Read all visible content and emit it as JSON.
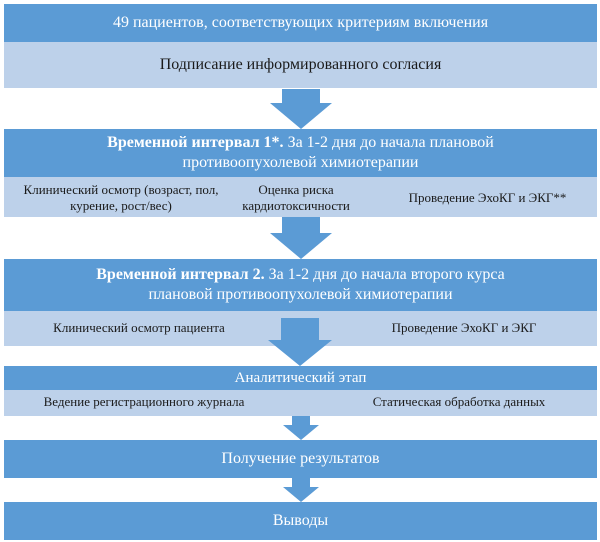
{
  "colors": {
    "dark": "#5b9bd5",
    "light": "#bdd1ea",
    "arrow": "#5b9bd5"
  },
  "step1": {
    "text": "49 пациентов, соответствующих критериям включения"
  },
  "step2": {
    "text": "Подписание информированного согласия"
  },
  "interval1": {
    "bold": "Временной интервал 1*.",
    "text": " За 1-2 дня до начала плановой противоопухолевой химиотерапии",
    "items": [
      "Клинический осмотр (возраст, пол, курение, рост/вес)",
      "Оценка риска кардиотоксичности",
      "Проведение ЭхоКГ и ЭКГ**"
    ]
  },
  "interval2": {
    "bold": "Временной интервал 2.",
    "text": " За 1-2 дня до начала второго курса плановой противоопухолевой химиотерапии",
    "items": [
      "Клинический осмотр пациента",
      "Проведение ЭхоКГ и ЭКГ"
    ]
  },
  "analytic": {
    "title": "Аналитический этап",
    "items": [
      "Ведение регистрационного журнала",
      "Статическая обработка данных"
    ]
  },
  "results": {
    "text": "Получение результатов"
  },
  "conclusions": {
    "text": "Выводы"
  }
}
